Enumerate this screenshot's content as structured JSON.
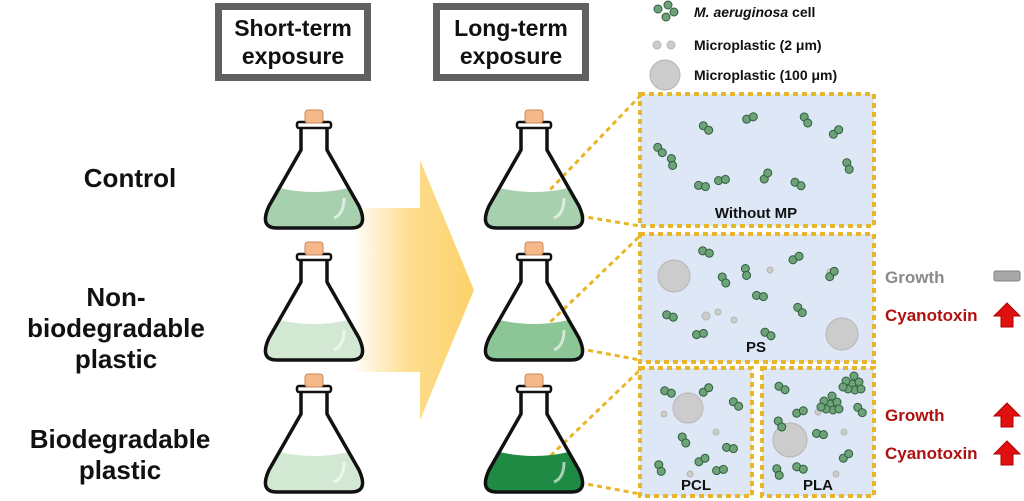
{
  "headers": {
    "short_term": [
      "Short-term",
      "exposure"
    ],
    "long_term": [
      "Long-term",
      "exposure"
    ]
  },
  "rows": {
    "control": [
      "Control"
    ],
    "non_biodegradable": [
      "Non-biodegradable",
      "plastic"
    ],
    "biodegradable": [
      "Biodegradable",
      "plastic"
    ]
  },
  "legend": {
    "cell_italic": "M. aeruginosa",
    "cell_suffix": " cell",
    "mp_small": "Microplastic (2 μm)",
    "mp_large": "Microplastic (100 μm)"
  },
  "panels": {
    "control": "Without MP",
    "non_biodegradable": "PS",
    "bio_left": "PCL",
    "bio_right": "PLA"
  },
  "outcomes": {
    "non_biodegradable": {
      "growth": "Growth",
      "cyanotoxin": "Cyanotoxin"
    },
    "biodegradable": {
      "growth": "Growth",
      "cyanotoxin": "Cyanotoxin"
    }
  },
  "colors": {
    "header_border": "#606060",
    "arrow_fill": "#fcd26a",
    "dotted_border": "#e8b62a",
    "panel_bg": "#dde7f6",
    "cell_fill": "#6ea37a",
    "cell_stroke": "#2f5f3c",
    "microplastic": "#cccccc",
    "flask_outline": "#111111",
    "cork": "#f4b889",
    "liquid_control": "#a7d1ae",
    "liquid_pale": "#d2e8d3",
    "liquid_nonbio": "#8cc596",
    "liquid_bio": "#1f8a43",
    "up_arrow": "#e01010",
    "text_red": "#b01010",
    "text_gray": "#8a8a8a"
  }
}
